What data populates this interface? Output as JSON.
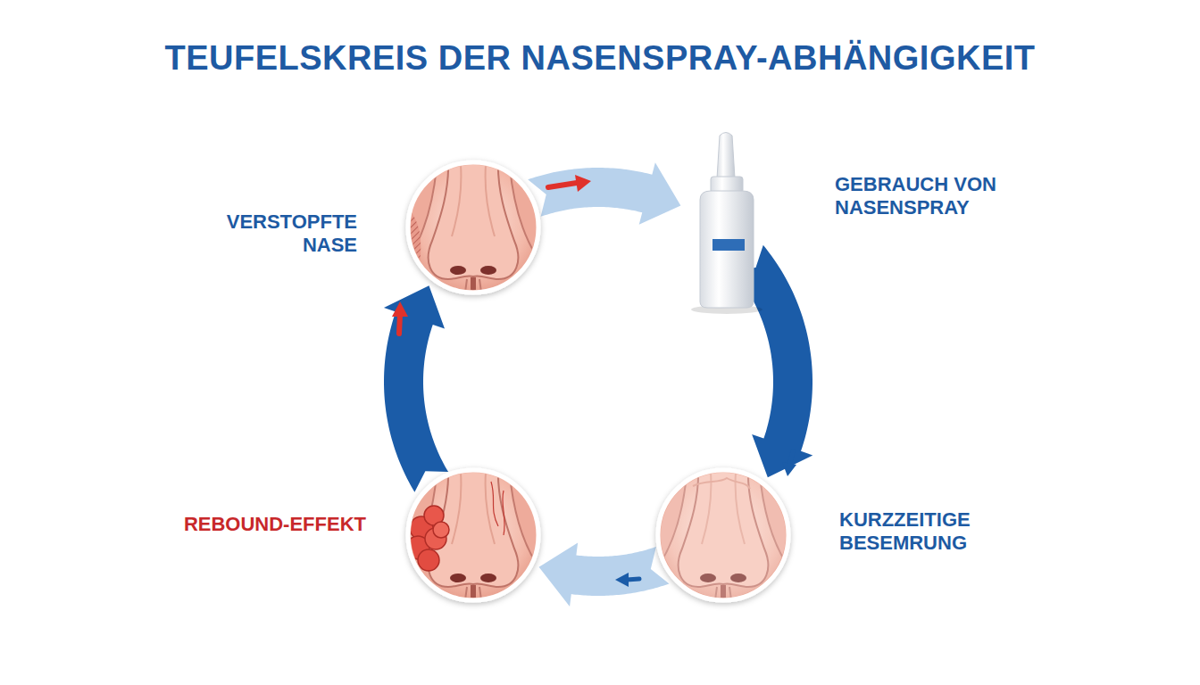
{
  "diagram": {
    "title": "TEUFELSKREIS DER NASENSPRAY-ABHÄNGIGKEIT",
    "nodes": [
      {
        "text": [
          "VERSTOPFTE NASE"
        ]
      },
      {
        "text": [
          "GEBRAUCH VON NASENSPRAY"
        ]
      },
      {
        "text": [
          "KURZZEITIGE BESEMRUNG"
        ]
      },
      {
        "text": [
          "REBOUND-EFFEKT"
        ]
      }
    ],
    "edges": [
      {
        "from": 0,
        "to": 1,
        "arrow": "to"
      },
      {
        "from": 1,
        "to": 2,
        "arrow": "to"
      },
      {
        "from": 2,
        "to": 3,
        "arrow": "to"
      },
      {
        "from": 3,
        "to": 0,
        "arrow": "to"
      }
    ]
  }
}
